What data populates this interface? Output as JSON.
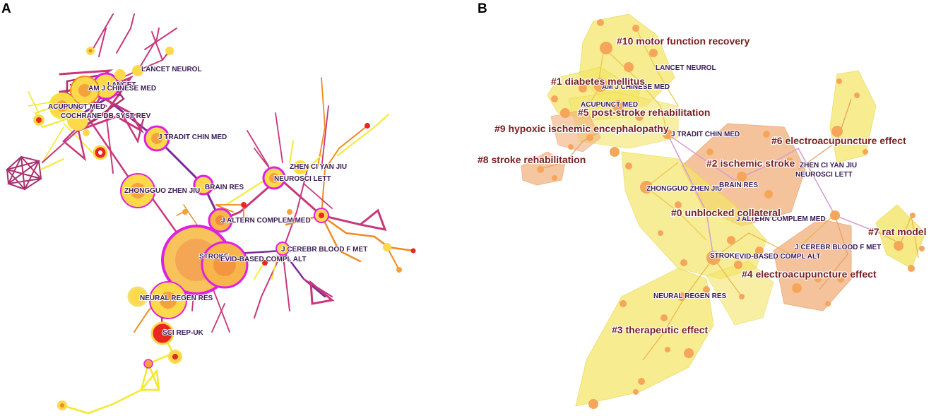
{
  "panels": {
    "a": {
      "letter": "A"
    },
    "b": {
      "letter": "B"
    }
  },
  "network_a": {
    "journals": {
      "lancet_neurol": "LANCET NEUROL",
      "lancet": "LANCET",
      "am_j_chinese_med": "AM J CHINESE MED",
      "acupunct_med": "ACUPUNCT MED",
      "cochrane": "COCHRANE DB SYST REV",
      "j_tradit_chin_med": "J TRADIT CHIN MED",
      "brain_res": "BRAIN RES",
      "zhongguo_zhen_jiu": "ZHONGGUO ZHEN JIU",
      "zhen_ci_yan_jiu": "ZHEN CI YAN JIU",
      "neurosci_lett": "NEUROSCI LETT",
      "j_altern_complem_med": "J ALTERN COMPLEM MED",
      "stroke": "STROKE",
      "evid_based": "EVID-BASED COMPL ALT",
      "j_cerebr_blood": "J CEREBR BLOOD F MET",
      "neural_regen_res": "NEURAL REGEN RES",
      "sci_rep_uk": "SCI REP-UK"
    }
  },
  "network_b": {
    "journals": {
      "lancet_neurol": "LANCET NEUROL",
      "am_j_chinese_med": "AM J CHINESE MED",
      "acupunct_med": "ACUPUNCT MED",
      "j_tradit_chin_med": "J TRADIT CHIN MED",
      "zhongguo_zhen_jiu": "ZHONGGUO ZHEN JIU",
      "brain_res": "BRAIN RES",
      "zhen_ci_yan_jiu": "ZHEN CI YAN JIU",
      "neurosci_lett": "NEUROSCI LETT",
      "j_altern_complem_med": "J ALTERN COMPLEM MED",
      "j_cerebr_blood": "J CEREBR BLOOD F MET",
      "stroke": "STROKE",
      "evid_based": "EVID-BASED COMPL ALT",
      "neural_regen_res": "NEURAL REGEN RES"
    },
    "clusters": {
      "c10": "#10 motor function recovery",
      "c1": "#1 diabetes mellitus",
      "c5": "#5 post-stroke rehabilitation",
      "c9": "#9 hypoxic ischemic encephalopathy",
      "c8": "#8 stroke rehabilitation",
      "c2": "#2 ischemic stroke",
      "c6": "#6 electroacupuncture effect",
      "c0": "#0 unblocked collateral",
      "c7": "#7 rat model",
      "c4": "#4 electroacupuncture effect",
      "c3": "#3 therapeutic effect"
    }
  },
  "colors": {
    "edge_yellow": "#f2ea2a",
    "edge_orange": "#f08a1e",
    "edge_magenta": "#c8377a",
    "edge_purple": "#7a2a9a",
    "ring_magenta": "#e020e0",
    "node_yellow": "#ffd94a",
    "node_orange": "#f5a23c",
    "node_red": "#e8281e",
    "hull_yellow": "#f5e66a",
    "hull_orange": "#f2b07a",
    "cluster_text": "#7a1f1f",
    "journal_text": "#3a1a55"
  }
}
